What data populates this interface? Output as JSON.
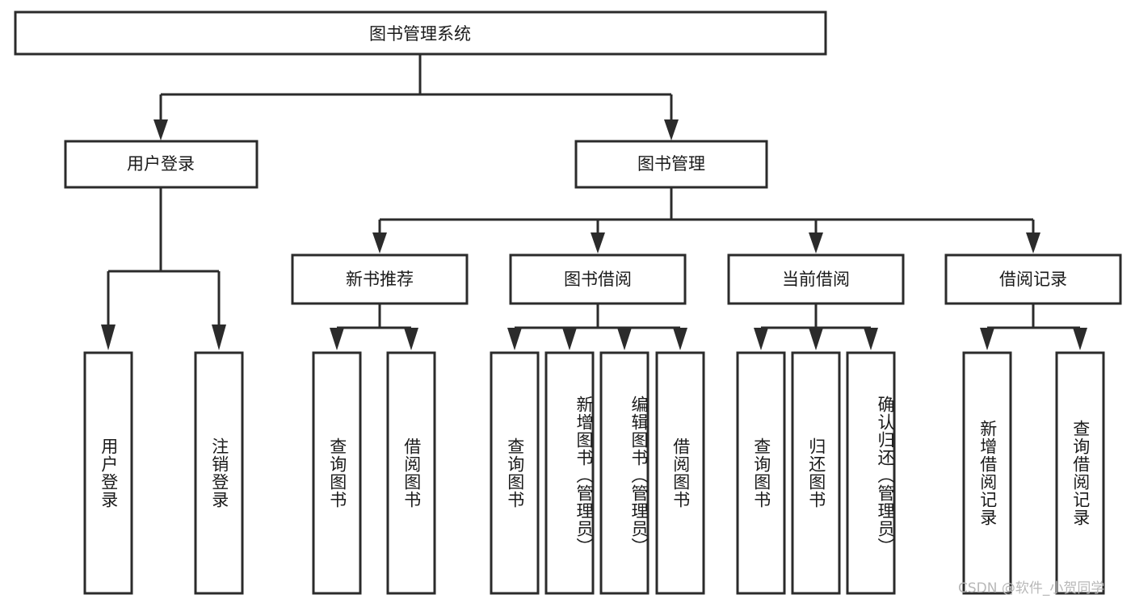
{
  "diagram": {
    "title": "图书管理系统",
    "type": "tree-hierarchy-chart",
    "watermark": "CSDN @软件_小贺同学",
    "root": {
      "label": "图书管理系统"
    },
    "level1": [
      {
        "label": "用户登录"
      },
      {
        "label": "图书管理"
      }
    ],
    "level2": [
      {
        "label": "新书推荐"
      },
      {
        "label": "图书借阅"
      },
      {
        "label": "当前借阅"
      },
      {
        "label": "借阅记录"
      }
    ],
    "leaves": {
      "user_login": [
        {
          "label": "用户登录"
        },
        {
          "label": "注销登录"
        }
      ],
      "new_book_recommend": [
        {
          "label": "查询图书"
        },
        {
          "label": "借阅图书"
        }
      ],
      "book_borrow": [
        {
          "label": "查询图书"
        },
        {
          "label": "新增图书（管理员）"
        },
        {
          "label": "编辑图书（管理员）"
        },
        {
          "label": "借阅图书"
        }
      ],
      "current_borrow": [
        {
          "label": "查询图书"
        },
        {
          "label": "归还图书"
        },
        {
          "label": "确认归还（管理员）"
        }
      ],
      "borrow_record": [
        {
          "label": "新增借阅记录"
        },
        {
          "label": "查询借阅记录"
        }
      ]
    },
    "colors": {
      "stroke": "#2b2b2b",
      "fill": "#ffffff",
      "text": "#1a1a1a",
      "watermark": "#b8b8b8"
    }
  }
}
